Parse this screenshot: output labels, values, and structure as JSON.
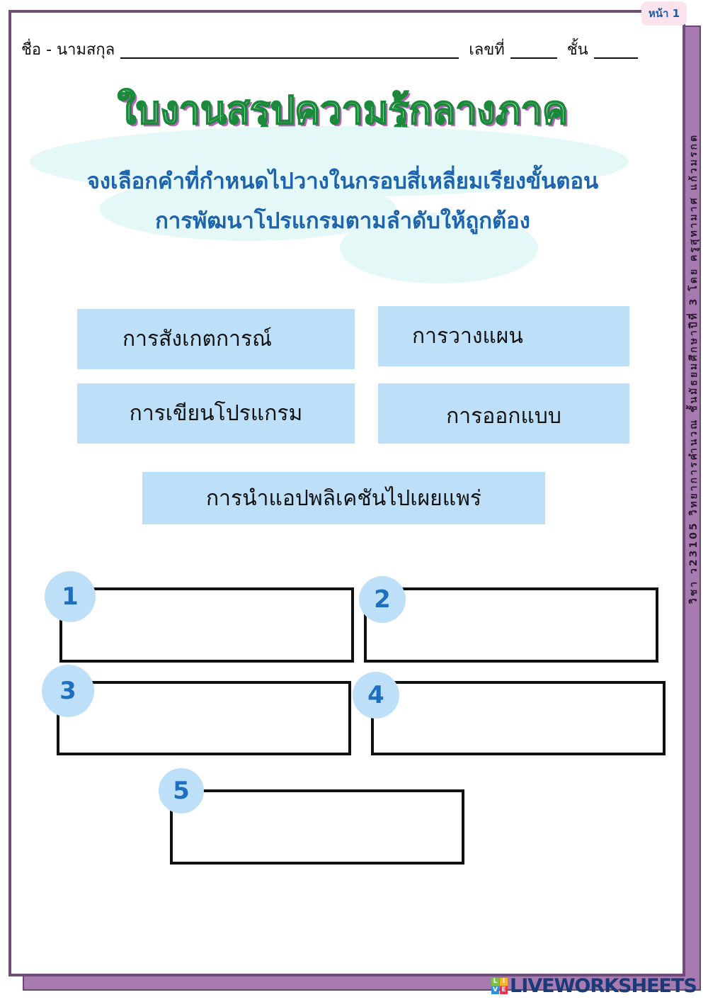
{
  "page_tag": "หน้า 1",
  "header": {
    "name_label": "ชื่อ - นามสกุล",
    "number_label": "เลขที่",
    "class_label": "ชั้น"
  },
  "title": "ใบงานสรุปความรู้กลางภาค",
  "instruction": [
    "จงเลือกคำที่กำหนดไปวางในกรอบสี่เหลี่ยมเรียงขั้นตอน",
    "การพัฒนาโปรแกรมตามลำดับให้ถูกต้อง"
  ],
  "cards": [
    "การสังเกตการณ์",
    "การวางแผน",
    "การเขียนโปรแกรม",
    "การออกแบบ",
    "การนำแอปพลิเคชันไปเผยแพร่"
  ],
  "slots": [
    "1",
    "2",
    "3",
    "4",
    "5"
  ],
  "side_text": "วิชา ว23105 วิทยาการคำนวณ ชั้นมัธยมศึกษาปีที่ 3 โดย ครูสุทามาศ แก้วมรกต",
  "logo": {
    "text": "LIVEWORKSHEETS",
    "letters": [
      "L",
      "I",
      "V",
      "E"
    ]
  }
}
